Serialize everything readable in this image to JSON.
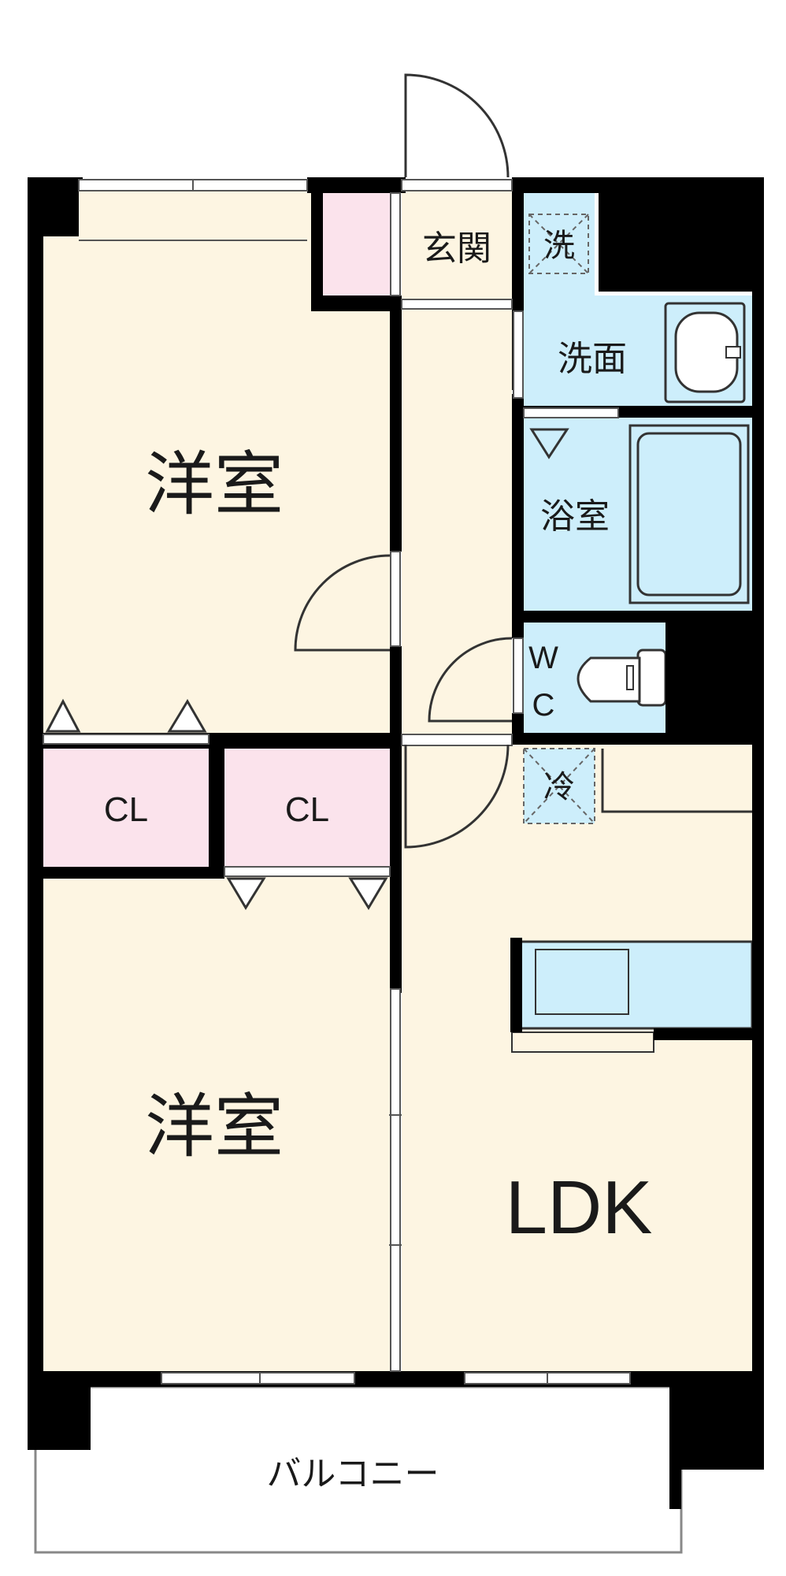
{
  "rooms": {
    "western_room_top": "洋室",
    "western_room_bottom": "洋室",
    "entrance": "玄関",
    "washer": "洗",
    "washroom": "洗面",
    "bathroom": "浴室",
    "wc_w": "W",
    "wc_c": "C",
    "closet_left": "CL",
    "closet_right": "CL",
    "fridge": "冷",
    "ldk": "LDK",
    "balcony": "バルコニー"
  },
  "colors": {
    "wall": "#000000",
    "room_floor": "#fdf5e2",
    "wet_area": "#cdeefb",
    "closet": "#fbe3ec",
    "background": "#ffffff"
  }
}
